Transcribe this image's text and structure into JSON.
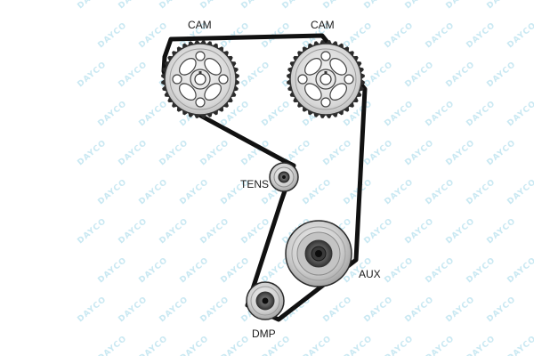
{
  "diagram": {
    "watermark": {
      "text": "DAYCO",
      "color": "#c9e8f2"
    },
    "belt_color": "#111111",
    "labels": {
      "cam_left": "CAM",
      "cam_right": "CAM",
      "tensioner": "TENS",
      "auxiliary": "AUX",
      "damper": "DMP"
    },
    "components": [
      {
        "id": "cam-left",
        "kind": "sprocket",
        "label_key": "cam_left"
      },
      {
        "id": "cam-right",
        "kind": "sprocket",
        "label_key": "cam_right"
      },
      {
        "id": "tensioner",
        "kind": "idler-pulley",
        "label_key": "tensioner"
      },
      {
        "id": "auxiliary",
        "kind": "pulley",
        "label_key": "auxiliary"
      },
      {
        "id": "damper",
        "kind": "pulley",
        "label_key": "damper"
      }
    ]
  }
}
